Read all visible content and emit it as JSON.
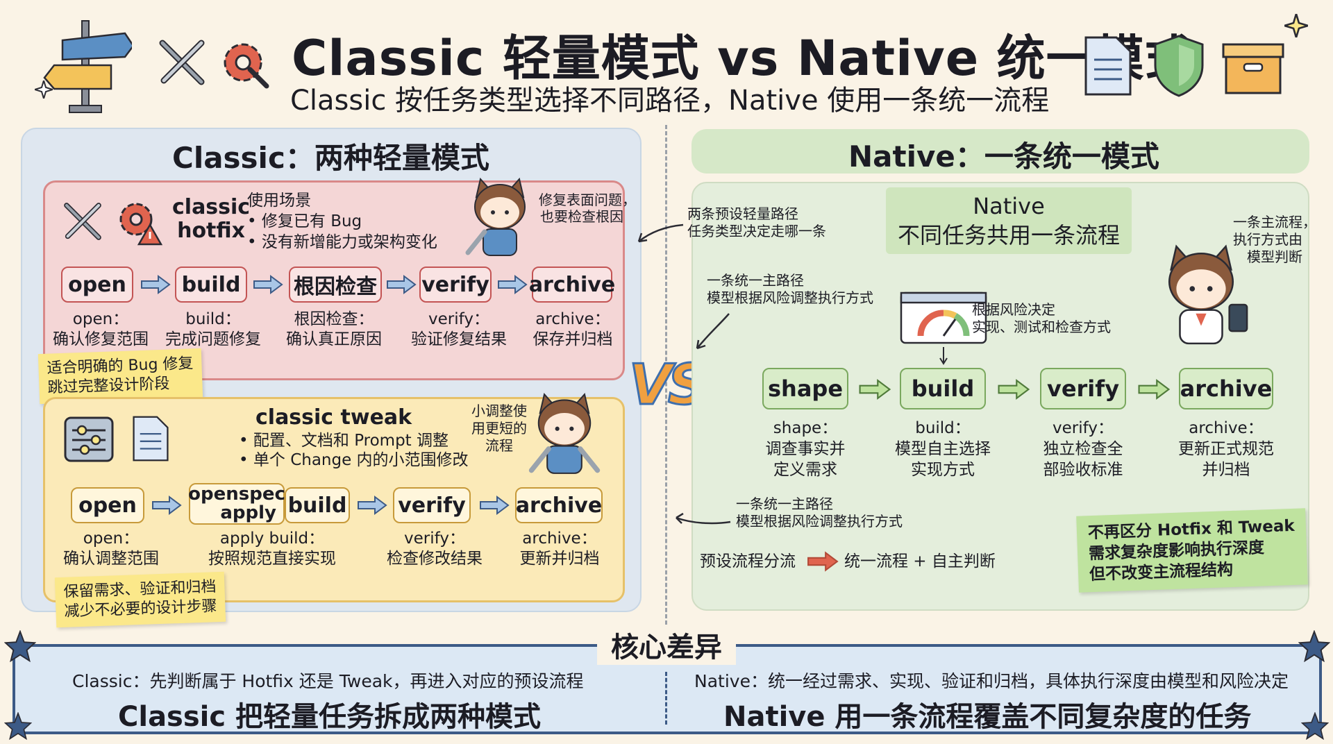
{
  "header": {
    "title": "Classic 轻量模式 vs Native 统一模式",
    "subtitle": "Classic 按任务类型选择不同路径，Native 使用一条统一流程"
  },
  "classic": {
    "title": "Classic：两种轻量模式",
    "hotfix": {
      "name_line1": "classic",
      "name_line2": "hotfix",
      "scene_title": "使用场景",
      "scene_items": [
        "• 修复已有 Bug",
        "• 没有新增能力或架构变化"
      ],
      "cat_note_line1": "修复表面问题，",
      "cat_note_line2": "也要检查根因",
      "steps": [
        {
          "label": "open",
          "cap1": "open：",
          "cap2": "确认修复范围"
        },
        {
          "label": "build",
          "cap1": "build：",
          "cap2": "完成问题修复"
        },
        {
          "label": "根因检查",
          "cap1": "根因检查：",
          "cap2": "确认真正原因"
        },
        {
          "label": "verify",
          "cap1": "verify：",
          "cap2": "验证修复结果"
        },
        {
          "label": "archive",
          "cap1": "archive：",
          "cap2": "保存并归档"
        }
      ],
      "sticky_line1": "适合明确的 Bug 修复",
      "sticky_line2": "跳过完整设计阶段"
    },
    "tweak": {
      "name": "classic tweak",
      "items": [
        "• 配置、文档和 Prompt 调整",
        "• 单个 Change 内的小范围修改"
      ],
      "cat_note_line1": "小调整使",
      "cat_note_line2": "用更短的",
      "cat_note_line3": "流程",
      "steps": [
        {
          "label": "open",
          "cap1": "open：",
          "cap2": "确认调整范围"
        },
        {
          "label_line1": "openspec",
          "label_line2": "apply",
          "label_b": "build",
          "cap1": "apply build：",
          "cap2": "按照规范直接实现"
        },
        {
          "label": "verify",
          "cap1": "verify：",
          "cap2": "检查修改结果"
        },
        {
          "label": "archive",
          "cap1": "archive：",
          "cap2": "更新并归档"
        }
      ],
      "sticky_line1": "保留需求、验证和归档",
      "sticky_line2": "减少不必要的设计步骤"
    }
  },
  "vs_label": "VS",
  "native": {
    "title": "Native：一条统一模式",
    "box_line1": "Native",
    "box_line2": "不同任务共用一条流程",
    "note_left_line1": "两条预设轻量路径",
    "note_left_line2": "任务类型决定走哪一条",
    "note_path_line1": "一条统一主路径",
    "note_path_line2": "模型根据风险调整执行方式",
    "gauge_note_line1": "根据风险决定",
    "gauge_note_line2": "实现、测试和检查方式",
    "cat_note_line1": "一条主流程，",
    "cat_note_line2": "执行方式由",
    "cat_note_line3": "模型判断",
    "steps": [
      {
        "label": "shape",
        "cap1": "shape：",
        "cap2": "调查事实并",
        "cap3": "定义需求"
      },
      {
        "label": "build",
        "cap1": "build：",
        "cap2": "模型自主选择",
        "cap3": "实现方式"
      },
      {
        "label": "verify",
        "cap1": "verify：",
        "cap2": "独立检查全",
        "cap3": "部验收标准"
      },
      {
        "label": "archive",
        "cap1": "archive：",
        "cap2": "更新正式规范",
        "cap3": "并归档"
      }
    ],
    "note_bottom_line1": "一条统一主路径",
    "note_bottom_line2": "模型根据风险调整执行方式",
    "flow_from": "预设流程分流",
    "flow_to": "统一流程 + 自主判断",
    "sticky_line1": "不再区分 Hotfix 和 Tweak",
    "sticky_line2": "需求复杂度影响执行深度",
    "sticky_line3": "但不改变主流程结构"
  },
  "bottom": {
    "label": "核心差异",
    "left_small": "Classic：先判断属于 Hotfix 还是 Tweak，再进入对应的预设流程",
    "left_big": "Classic 把轻量任务拆成两种模式",
    "right_small": "Native：统一经过需求、实现、验证和归档，具体执行深度由模型和风险决定",
    "right_big": "Native 用一条流程覆盖不同复杂度的任务"
  },
  "colors": {
    "red_border": "#d98989",
    "yellow_border": "#e6c169",
    "green_node": "#d9ecc9",
    "bottom_border": "#3c5a86",
    "arrow_blue": "#5b8fc4"
  }
}
